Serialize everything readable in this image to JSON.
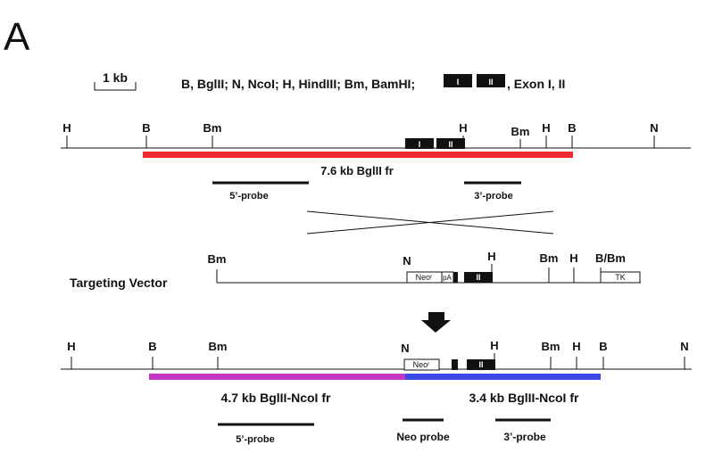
{
  "panel_label": "A",
  "legend": {
    "scale_label": "1 kb",
    "abbrev_text": "B, BglII; N, NcoI; H, HindIII; Bm, BamHI;",
    "exon_text": ", Exon I, II",
    "exon_marks": [
      "I",
      "II"
    ]
  },
  "wild_type": {
    "sites": [
      "H",
      "B",
      "Bm",
      "H",
      "Bm",
      "H",
      "B",
      "N"
    ],
    "exon_marks": [
      "I",
      "II"
    ],
    "fragment_label": "7.6 kb BglII fr",
    "probe_5": "5’-probe",
    "probe_3": "3’-probe"
  },
  "vector": {
    "title": "Targeting Vector",
    "sites": [
      "Bm",
      "N",
      "H",
      "Bm",
      "H",
      "B/Bm"
    ],
    "neo_label": "Neoʳ",
    "pa_label": "pA",
    "exon_mark": "II",
    "tk_label": "TK"
  },
  "targeted": {
    "sites": [
      "H",
      "B",
      "Bm",
      "N",
      "H",
      "Bm",
      "H",
      "B",
      "N"
    ],
    "neo_label": "Neoʳ",
    "exon_mark": "II",
    "fragment_left": "4.7 kb BglII-NcoI fr",
    "fragment_right": "3.4 kb BglII-NcoI fr",
    "probe_5": "5’-probe",
    "probe_neo": "Neo probe",
    "probe_3": "3’-probe"
  },
  "colors": {
    "wt_fragment": "#ee2a2f",
    "left_fragment": "#c436c4",
    "right_fragment": "#3b49e6",
    "exon": "#111111"
  }
}
